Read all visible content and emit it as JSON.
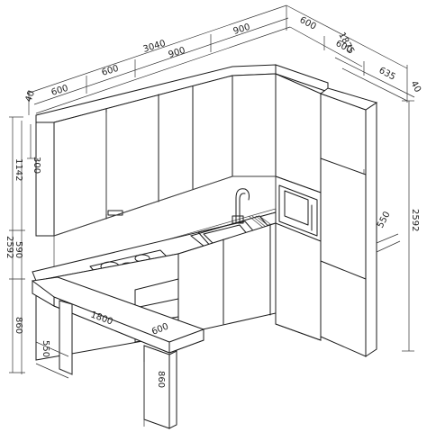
{
  "drawing": {
    "subject": "",
    "dimensions": {
      "total_length_top": "3040",
      "top_600_a": "600",
      "top_600_b": "600",
      "top_900_a": "900",
      "top_900_b": "900",
      "upper_left_40": "40",
      "upper_left_600": "600",
      "right_top_600": "600",
      "right_1875": "1875",
      "right_600": "600",
      "right_635": "635",
      "right_40": "40",
      "height_300": "300",
      "height_1142": "1142",
      "height_2592_left": "2592",
      "height_590": "590",
      "height_860_left": "860",
      "depth_550_left": "550",
      "bar_1800": "1800",
      "bar_600": "600",
      "bar_860": "860",
      "tall_550": "550",
      "height_2592_right": "2592"
    }
  }
}
